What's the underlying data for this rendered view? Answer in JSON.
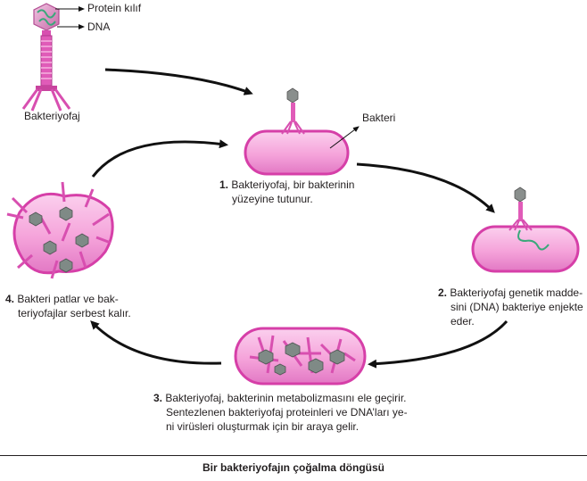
{
  "labels": {
    "protein_kilif": "Protein kılıf",
    "dna": "DNA",
    "bakteriyofaj": "Bakteriyofaj",
    "bakteri": "Bakteri"
  },
  "steps": [
    {
      "number": "1.",
      "lines": [
        "Bakteriyofaj, bir bakterinin",
        "yüzeyine tutunur."
      ]
    },
    {
      "number": "2.",
      "lines": [
        "Bakteriyofaj genetik madde-",
        "sini (DNA) bakteriye enjekte",
        "eder."
      ]
    },
    {
      "number": "3.",
      "lines": [
        "Bakteriyofaj, bakterinin metabolizmasını ele geçirir.",
        "Sentezlenen bakteriyofaj proteinleri ve DNA’ları ye-",
        "ni virüsleri oluşturmak için bir araya gelir."
      ]
    },
    {
      "number": "4.",
      "lines": [
        "Bakteri patlar ve bak-",
        "teriyofajlar serbest kalır."
      ]
    }
  ],
  "caption": "Bir bakteriyofajın çoğalma döngüsü",
  "colors": {
    "cell_fill": "#f7a8dc",
    "cell_edge": "#d63fa8",
    "phage": "#e05bb8",
    "capsid_gray": "#7f8a86",
    "dna_green": "#3aa87a",
    "arrow": "#111111"
  }
}
